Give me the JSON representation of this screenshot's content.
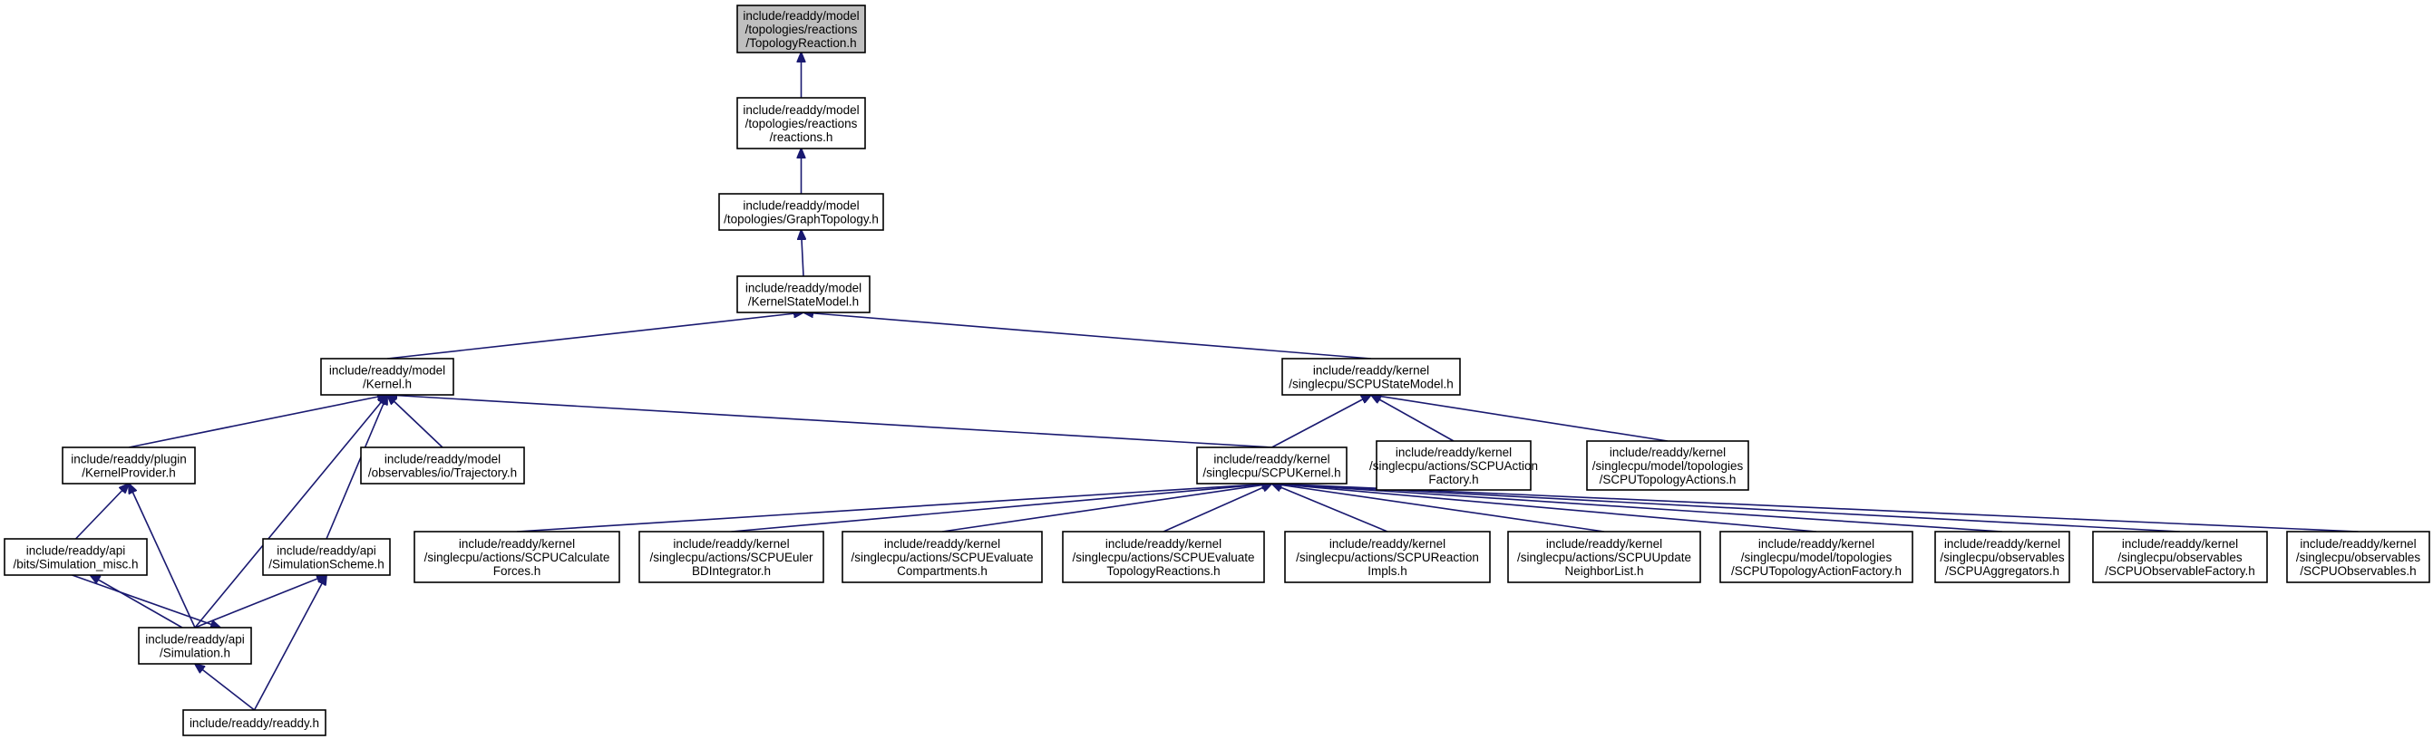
{
  "nodes": [
    {
      "id": "topologyreaction",
      "root": true,
      "lines": [
        "include/readdy/model",
        "/topologies/reactions",
        "/TopologyReaction.h"
      ]
    },
    {
      "id": "reactions",
      "lines": [
        "include/readdy/model",
        "/topologies/reactions",
        "/reactions.h"
      ]
    },
    {
      "id": "graphtopology",
      "lines": [
        "include/readdy/model",
        "/topologies/GraphTopology.h"
      ]
    },
    {
      "id": "kernelstatemodel",
      "lines": [
        "include/readdy/model",
        "/KernelStateModel.h"
      ]
    },
    {
      "id": "kernel",
      "lines": [
        "include/readdy/model",
        "/Kernel.h"
      ]
    },
    {
      "id": "scpustatemodel",
      "lines": [
        "include/readdy/kernel",
        "/singlecpu/SCPUStateModel.h"
      ]
    },
    {
      "id": "kernelprovider",
      "lines": [
        "include/readdy/plugin",
        "/KernelProvider.h"
      ]
    },
    {
      "id": "trajectory",
      "lines": [
        "include/readdy/model",
        "/observables/io/Trajectory.h"
      ]
    },
    {
      "id": "scpukernel",
      "lines": [
        "include/readdy/kernel",
        "/singlecpu/SCPUKernel.h"
      ]
    },
    {
      "id": "scpuactionfactory",
      "lines": [
        "include/readdy/kernel",
        "/singlecpu/actions/SCPUAction",
        "Factory.h"
      ]
    },
    {
      "id": "scputopologyactions",
      "lines": [
        "include/readdy/kernel",
        "/singlecpu/model/topologies",
        "/SCPUTopologyActions.h"
      ]
    },
    {
      "id": "simulation_misc",
      "lines": [
        "include/readdy/api",
        "/bits/Simulation_misc.h"
      ]
    },
    {
      "id": "simulationscheme",
      "lines": [
        "include/readdy/api",
        "/SimulationScheme.h"
      ]
    },
    {
      "id": "simulation",
      "lines": [
        "include/readdy/api",
        "/Simulation.h"
      ]
    },
    {
      "id": "readdy",
      "lines": [
        "include/readdy/readdy.h"
      ]
    },
    {
      "id": "scpucalculateforces",
      "lines": [
        "include/readdy/kernel",
        "/singlecpu/actions/SCPUCalculate",
        "Forces.h"
      ]
    },
    {
      "id": "scpueulerbdintegrator",
      "lines": [
        "include/readdy/kernel",
        "/singlecpu/actions/SCPUEuler",
        "BDIntegrator.h"
      ]
    },
    {
      "id": "scpuevaluatecompartments",
      "lines": [
        "include/readdy/kernel",
        "/singlecpu/actions/SCPUEvaluate",
        "Compartments.h"
      ]
    },
    {
      "id": "scpuevaluatetopologyreactions",
      "lines": [
        "include/readdy/kernel",
        "/singlecpu/actions/SCPUEvaluate",
        "TopologyReactions.h"
      ]
    },
    {
      "id": "scpureactionimpls",
      "lines": [
        "include/readdy/kernel",
        "/singlecpu/actions/SCPUReaction",
        "Impls.h"
      ]
    },
    {
      "id": "scpuupdateneighborlist",
      "lines": [
        "include/readdy/kernel",
        "/singlecpu/actions/SCPUUpdate",
        "NeighborList.h"
      ]
    },
    {
      "id": "scputopologyactionfactory",
      "lines": [
        "include/readdy/kernel",
        "/singlecpu/model/topologies",
        "/SCPUTopologyActionFactory.h"
      ]
    },
    {
      "id": "scpuaggregators",
      "lines": [
        "include/readdy/kernel",
        "/singlecpu/observables",
        "/SCPUAggregators.h"
      ]
    },
    {
      "id": "scpuobservablefactory",
      "lines": [
        "include/readdy/kernel",
        "/singlecpu/observables",
        "/SCPUObservableFactory.h"
      ]
    },
    {
      "id": "scpuobservables",
      "lines": [
        "include/readdy/kernel",
        "/singlecpu/observables",
        "/SCPUObservables.h"
      ]
    }
  ],
  "edges": [
    {
      "from": "reactions",
      "to": "topologyreaction"
    },
    {
      "from": "graphtopology",
      "to": "reactions"
    },
    {
      "from": "kernelstatemodel",
      "to": "graphtopology"
    },
    {
      "from": "kernel",
      "to": "kernelstatemodel"
    },
    {
      "from": "scpustatemodel",
      "to": "kernelstatemodel"
    },
    {
      "from": "kernelprovider",
      "to": "kernel"
    },
    {
      "from": "simulation",
      "to": "kernel"
    },
    {
      "from": "simulationscheme",
      "to": "kernel"
    },
    {
      "from": "trajectory",
      "to": "kernel"
    },
    {
      "from": "scpukernel",
      "to": "kernel"
    },
    {
      "from": "scpukernel",
      "to": "scpustatemodel"
    },
    {
      "from": "scpuactionfactory",
      "to": "scpustatemodel"
    },
    {
      "from": "scputopologyactions",
      "to": "scpustatemodel"
    },
    {
      "from": "simulation_misc",
      "to": "kernelprovider"
    },
    {
      "from": "simulation",
      "to": "kernelprovider"
    },
    {
      "from": "simulation",
      "to": "simulation_misc"
    },
    {
      "from": "simulation_misc",
      "to": "simulation"
    },
    {
      "from": "simulation",
      "to": "simulationscheme"
    },
    {
      "from": "readdy",
      "to": "simulationscheme"
    },
    {
      "from": "readdy",
      "to": "simulation"
    },
    {
      "from": "scpucalculateforces",
      "to": "scpukernel"
    },
    {
      "from": "scpueulerbdintegrator",
      "to": "scpukernel"
    },
    {
      "from": "scpuevaluatecompartments",
      "to": "scpukernel"
    },
    {
      "from": "scpuevaluatetopologyreactions",
      "to": "scpukernel"
    },
    {
      "from": "scpureactionimpls",
      "to": "scpukernel"
    },
    {
      "from": "scpuupdateneighborlist",
      "to": "scpukernel"
    },
    {
      "from": "scputopologyactionfactory",
      "to": "scpukernel"
    },
    {
      "from": "scpuaggregators",
      "to": "scpukernel"
    },
    {
      "from": "scpuobservablefactory",
      "to": "scpukernel"
    },
    {
      "from": "scpuobservables",
      "to": "scpukernel"
    }
  ]
}
